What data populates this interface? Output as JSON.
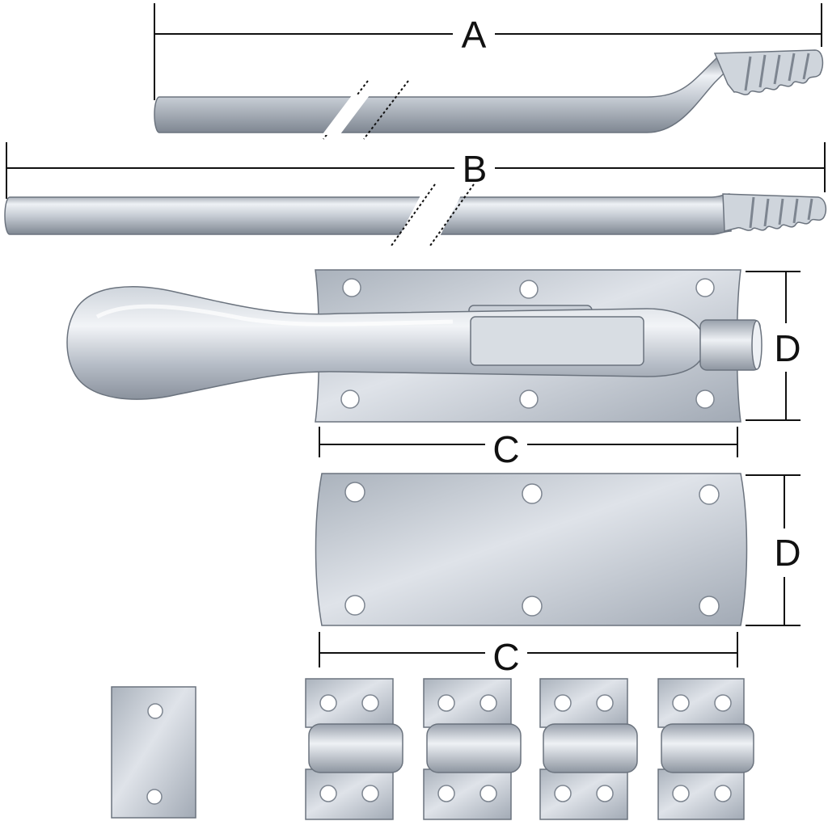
{
  "labels": {
    "A": "A",
    "B": "B",
    "C_bolt": "C",
    "D_bolt": "D",
    "C_plate": "C",
    "D_plate": "D"
  },
  "colors": {
    "line": "#111111",
    "metal_light": "#e4e8ee",
    "metal_mid": "#b9c0ca",
    "metal_dark": "#7d8590",
    "outline": "#6b737e"
  }
}
